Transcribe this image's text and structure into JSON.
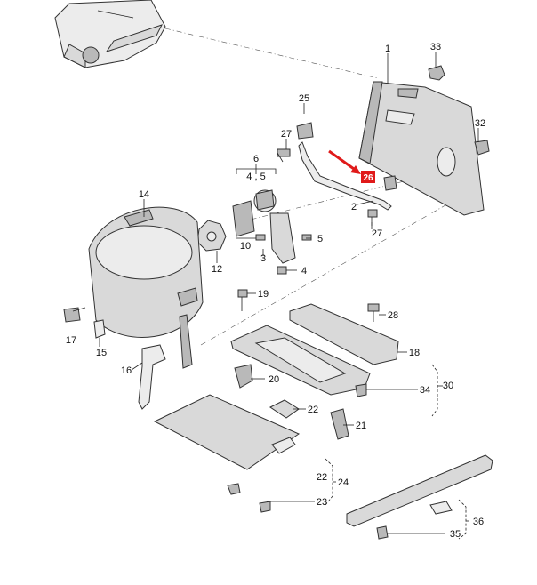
{
  "callouts": {
    "c1": "1",
    "c2": "2",
    "c3": "3",
    "c4": "4",
    "c5": "5",
    "c6": "6",
    "c6sub": "4 , 5",
    "c10": "10",
    "c12": "12",
    "c14": "14",
    "c15": "15",
    "c16": "16",
    "c17": "17",
    "c18": "18",
    "c19": "19",
    "c20": "20",
    "c21": "21",
    "c22a": "22",
    "c22b": "22",
    "c23": "23",
    "c24": "24",
    "c25": "25",
    "c26": "26",
    "c27a": "27",
    "c27b": "27",
    "c28": "28",
    "c30": "30",
    "c32": "32",
    "c33": "33",
    "c34": "34",
    "c35": "35",
    "c36": "36"
  },
  "colors": {
    "highlight": "#e01a1a",
    "line": "#222222",
    "part_fill": "#d9d9d9"
  },
  "icons": {
    "pointer_arrow": "arrow-icon",
    "car": "car-icon"
  }
}
